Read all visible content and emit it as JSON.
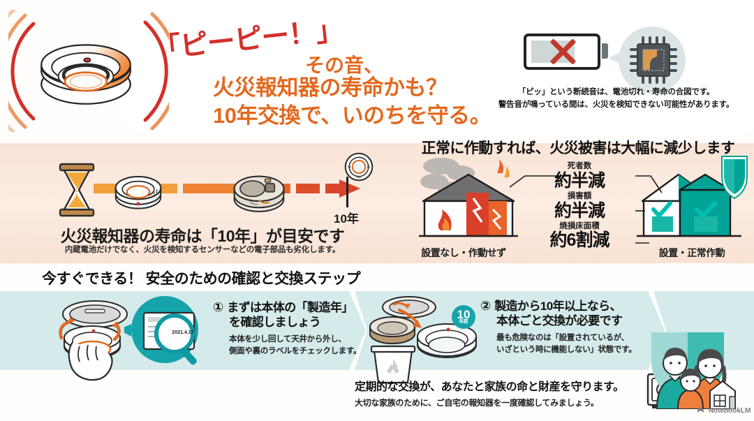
{
  "meta": {
    "document_type": "infographic",
    "language": "ja",
    "watermark": "NotebookLM"
  },
  "palette": {
    "orange": "#e2691f",
    "red": "#d3302a",
    "deep_red": "#c0392b",
    "teal": "#17a3ab",
    "teal_dark": "#00a396",
    "peach_band": "#fae4d6",
    "teal_band": "#d5eaea",
    "ink": "#111111"
  },
  "header": {
    "alarm_sound": "「ピーピー！」",
    "line1": "その音、",
    "line2": "火災報知器の寿命かも？",
    "line3": "10年交換で、いのちを守る。",
    "detector_icon": "smoke-detector-icon",
    "sound_wave_icon": "sound-wave-icon"
  },
  "battery_note": {
    "battery_icon": "battery-empty-icon",
    "cross_icon": "cross-mark-icon",
    "chip_icon": "microchip-icon",
    "caption_line1": "「ピッ」という断続音は、電池切れ・寿命の合図です。",
    "caption_line2": "警告音が鳴っている間は、火災を検知できない可能性があります。"
  },
  "lifespan": {
    "hourglass_icon": "hourglass-icon",
    "arrow_icon": "timeline-arrow-icon",
    "year_marker": "10年",
    "title": "火災報知器の寿命は「10年」が目安です",
    "subtitle": "内蔵電池だけでなく、火災を検知するセンサーなどの電子部品も劣化します。",
    "stages": [
      {
        "name": "new-detector",
        "label": ""
      },
      {
        "name": "aged-detector",
        "label": ""
      },
      {
        "name": "replacement-detector",
        "label": ""
      }
    ]
  },
  "comparison": {
    "title": "正常に作動すれば、火災被害は大幅に減少します",
    "left_caption": "設置なし・作動せず",
    "right_caption": "設置・正常作動",
    "burning_house_icon": "burning-house-icon",
    "protected_house_icon": "protected-house-icon",
    "shield_icon": "shield-icon",
    "stats": [
      {
        "label": "死者数",
        "value": "約半減"
      },
      {
        "label": "損害額",
        "value": "約半減"
      },
      {
        "label": "焼損床面積",
        "value": "約6割減"
      }
    ]
  },
  "steps_section": {
    "heading": "今すぐできる！ 安全のための確認と交換ステップ",
    "steps": [
      {
        "number": "①",
        "title_line1": "まずは本体の「製造年」",
        "title_line2": "を確認しましょう",
        "body_line1": "本体を少し回して天井から外し、",
        "body_line2": "側面や裏のラベルをチェックします。",
        "label_date": "2021.4.17",
        "icons": [
          "detector-twist-icon",
          "magnifier-icon",
          "hand-icon"
        ]
      },
      {
        "number": "②",
        "title_line1": "製造から10年以上なら、",
        "title_line2": "本体ごと交換が必要です",
        "body_line1": "最も危険なのは「設置されているが、",
        "body_line2": "いざという時に機能しない」状態です。",
        "badge_number": "10",
        "badge_unit": "年超",
        "icons": [
          "old-detector-icon",
          "recycle-bin-icon",
          "new-detector-icon"
        ]
      }
    ]
  },
  "closing": {
    "line1": "定期的な交換が、あなたと家族の命と財産を守ります。",
    "line2": "大切な家族のために、ご自宅の報知器を一度確認してみましょう。",
    "safe_icon": "safe-box-icon",
    "family_icon": "family-illustration-icon"
  }
}
